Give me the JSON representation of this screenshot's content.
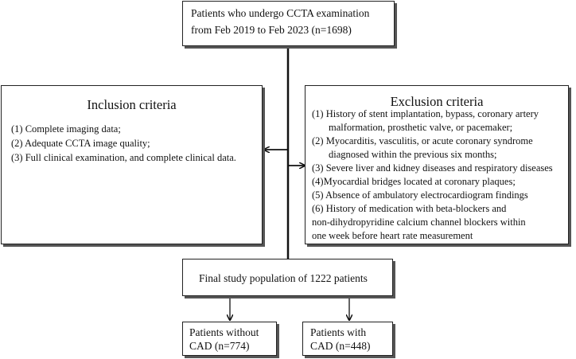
{
  "top": {
    "line1": "Patients who undergo CCTA examination",
    "line2": "from Feb 2019 to Feb 2023 (n=1698)"
  },
  "inclusion": {
    "title": "Inclusion criteria",
    "items": [
      "(1) Complete imaging data;",
      "(2) Adequate CCTA image quality;",
      "(3) Full clinical examination, and complete clinical data."
    ]
  },
  "exclusion": {
    "title": "Exclusion criteria",
    "lines": [
      "(1) History of stent implantation, bypass, coronary artery",
      "malformation, prosthetic valve, or pacemaker;",
      "(2) Myocarditis, vasculitis, or acute coronary syndrome",
      "diagnosed within the previous six months;",
      "(3) Severe liver and kidney diseases and respiratory diseases",
      "(4)Myocardial bridges located at coronary plaques;",
      "(5) Absence of ambulatory electrocardiogram findings",
      "(6) History of medication with beta-blockers and",
      "non-dihydropyridine calcium channel blockers within",
      "one week before heart rate measurement"
    ]
  },
  "final": {
    "label": "Final study population of 1222 patients"
  },
  "without_cad": {
    "line1": "Patients without",
    "line2": "CAD (n=774)"
  },
  "with_cad": {
    "line1": "Patients with",
    "line2": "CAD (n=448)"
  }
}
